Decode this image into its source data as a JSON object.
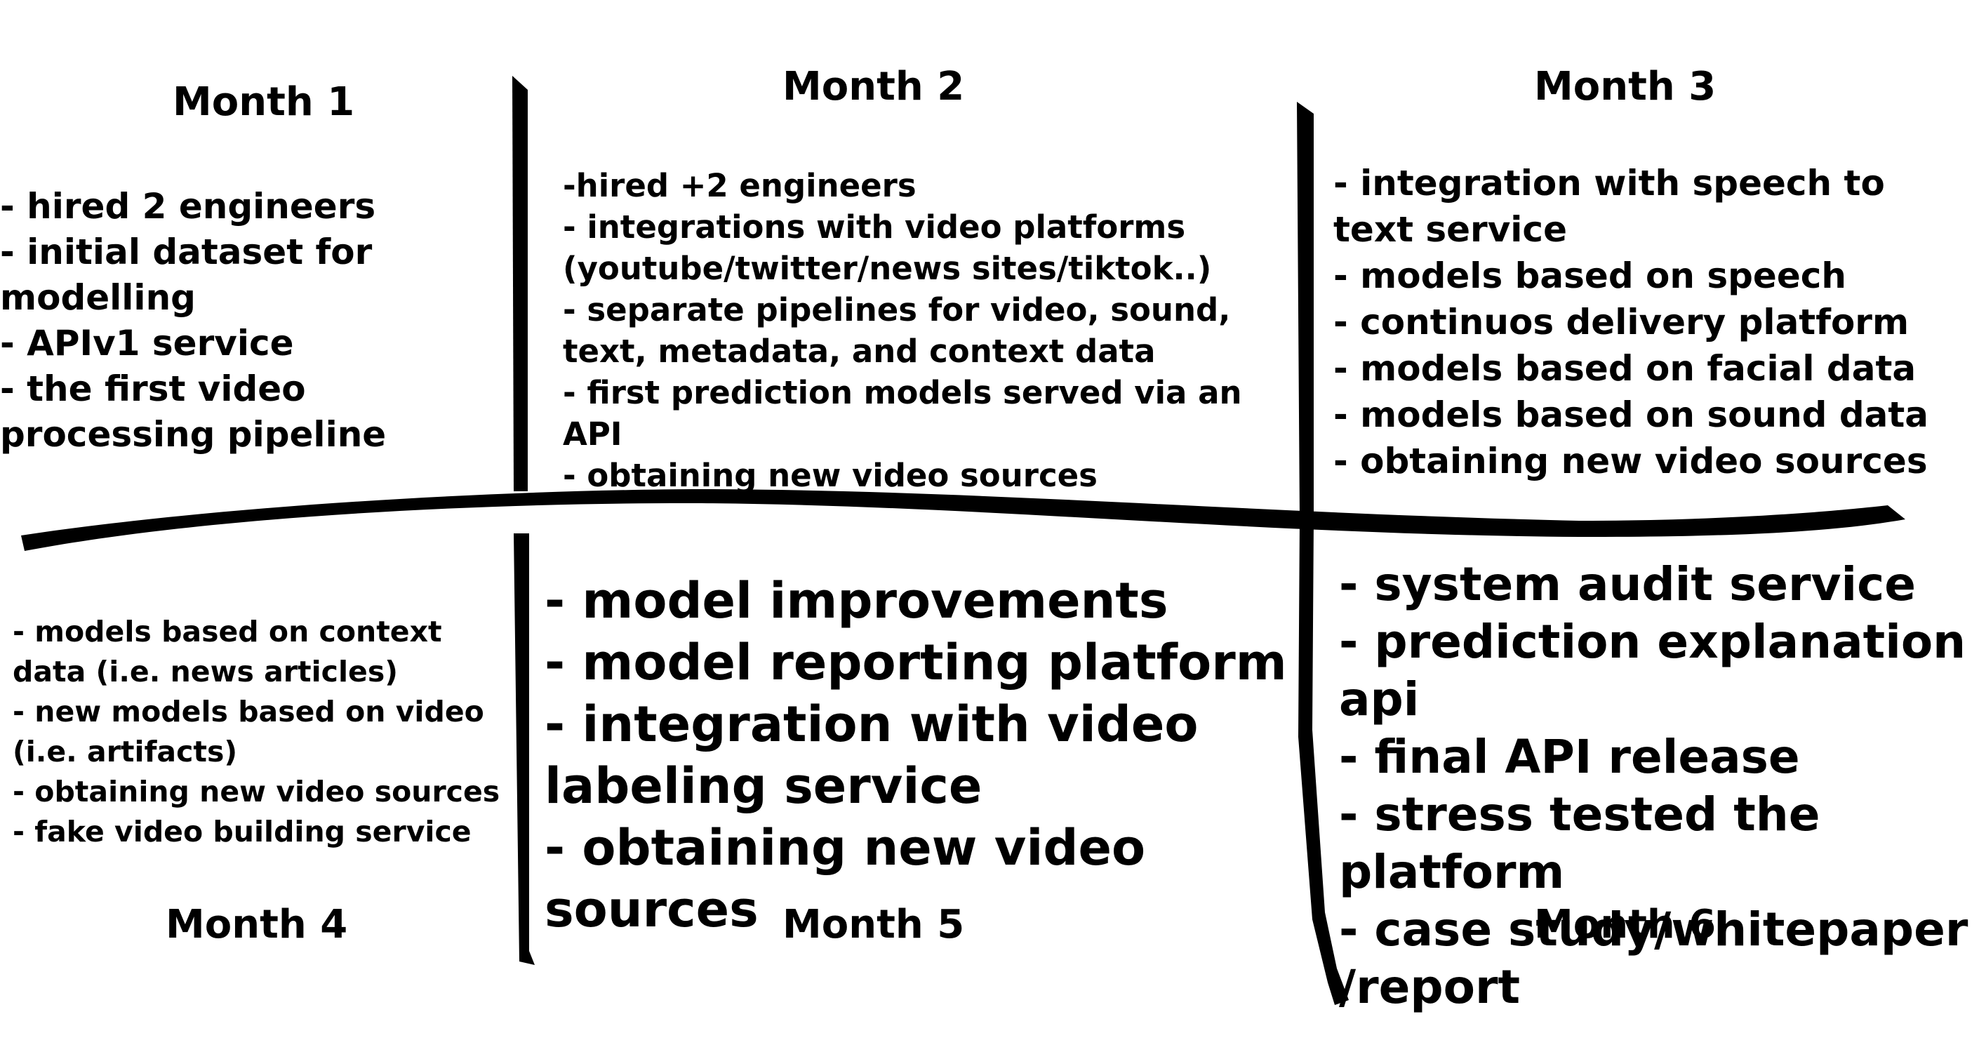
{
  "months": [
    {
      "title": "Month 1",
      "items": [
        "- hired 2 engineers",
        "- initial dataset for modelling",
        "- APIv1 service",
        "- the first video processing pipeline"
      ]
    },
    {
      "title": "Month 2",
      "items": [
        "-hired +2  engineers",
        "- integrations with video platforms (youtube/twitter/news sites/tiktok..)",
        "- separate pipelines for video, sound, text, metadata, and context data",
        "- first prediction models served via an API",
        "- obtaining new video sources"
      ]
    },
    {
      "title": "Month 3",
      "items": [
        "- integration with speech to text service",
        "- models based on speech",
        "- continuos delivery platform",
        "- models based on facial data",
        "- models based on sound data",
        "- obtaining new video sources"
      ]
    },
    {
      "title": "Month 4",
      "items": [
        "- models based on context data (i.e. news articles)",
        "- new models based on video (i.e. artifacts)",
        "- obtaining new video sources",
        "- fake video building service"
      ]
    },
    {
      "title": "Month 5",
      "items": [
        "- model improvements",
        "- model reporting platform",
        "- integration with video labeling service",
        "- obtaining new video sources"
      ]
    },
    {
      "title": "Month 6",
      "items": [
        "- system audit service",
        "- prediction explanation api",
        "- final API release",
        "- stress tested the platform",
        "- case study/whitepaper /report"
      ]
    }
  ],
  "colors": {
    "ink": "#000000",
    "background": "#ffffff"
  }
}
